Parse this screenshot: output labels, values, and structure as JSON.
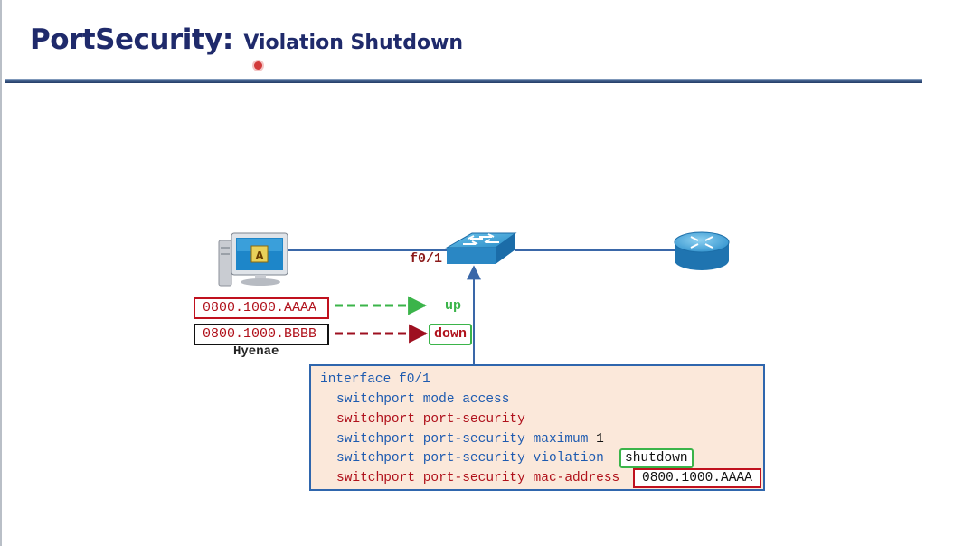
{
  "title": {
    "main": "PortSecurity:",
    "sub": "Violation Shutdown"
  },
  "diagram": {
    "pc": {
      "badge": "A",
      "name": "Hyenae"
    },
    "interface_label": "f0/1",
    "mac_a": "0800.1000.AAAA",
    "mac_b": "0800.1000.BBBB",
    "state_a": "up",
    "state_b": "down"
  },
  "config": {
    "line1": "interface f0/1",
    "line2": "switchport mode access",
    "line3": "switchport port-security",
    "line4_prefix": "switchport port-security maximum",
    "line4_value": "1",
    "line5_prefix": "switchport port-security violation",
    "line5_value": "shutdown",
    "line6_prefix": "switchport port-security mac-address",
    "line6_value": "0800.1000.AAAA"
  },
  "colors": {
    "title": "#1f2a6b",
    "link": "#3a67a8",
    "green": "#3bb44a",
    "red": "#b0111b",
    "config_bg": "#fbe8da",
    "config_border": "#2f66ad"
  }
}
